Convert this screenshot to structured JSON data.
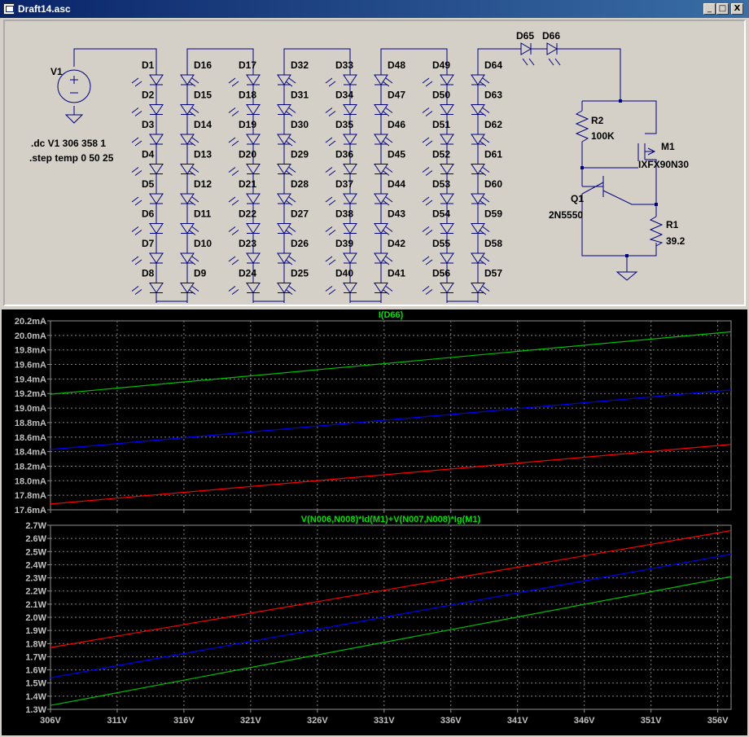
{
  "window": {
    "title": "Draft14.asc",
    "minimize_label": "_",
    "maximize_label": "□",
    "close_label": "X"
  },
  "schematic": {
    "directives": [
      ".dc V1 306 358 1",
      ".step temp 0 50 25"
    ],
    "source_label": "V1",
    "columns": [
      [
        "D1",
        "D2",
        "D3",
        "D4",
        "D5",
        "D6",
        "D7",
        "D8"
      ],
      [
        "D16",
        "D15",
        "D14",
        "D13",
        "D12",
        "D11",
        "D10",
        "D9"
      ],
      [
        "D17",
        "D18",
        "D19",
        "D20",
        "D21",
        "D22",
        "D23",
        "D24"
      ],
      [
        "D32",
        "D31",
        "D30",
        "D29",
        "D28",
        "D27",
        "D26",
        "D25"
      ],
      [
        "D33",
        "D34",
        "D35",
        "D36",
        "D37",
        "D38",
        "D39",
        "D40"
      ],
      [
        "D48",
        "D47",
        "D46",
        "D45",
        "D44",
        "D43",
        "D42",
        "D41"
      ],
      [
        "D49",
        "D50",
        "D51",
        "D52",
        "D53",
        "D54",
        "D55",
        "D56"
      ],
      [
        "D64",
        "D63",
        "D62",
        "D61",
        "D60",
        "D59",
        "D58",
        "D57"
      ]
    ],
    "series_diodes": [
      "D65",
      "D66"
    ],
    "r2": {
      "name": "R2",
      "value": "100K"
    },
    "r1": {
      "name": "R1",
      "value": "39.2"
    },
    "m1": {
      "name": "M1",
      "value": "IXFX90N30"
    },
    "q1": {
      "name": "Q1",
      "value": "2N5550"
    }
  },
  "chart_data": [
    {
      "type": "line",
      "title": "I(D66)",
      "xlim": [
        306,
        357
      ],
      "ylim": [
        17.6,
        20.2
      ],
      "y_ticks": [
        "17.6mA",
        "17.8mA",
        "18.0mA",
        "18.2mA",
        "18.4mA",
        "18.6mA",
        "18.8mA",
        "19.0mA",
        "19.2mA",
        "19.4mA",
        "19.6mA",
        "19.8mA",
        "20.0mA",
        "20.2mA"
      ],
      "grid": true,
      "series": [
        {
          "color": "#00c000",
          "points": [
            [
              306,
              19.19
            ],
            [
              357,
              20.05
            ]
          ]
        },
        {
          "color": "#0000ff",
          "points": [
            [
              306,
              18.43
            ],
            [
              357,
              19.25
            ]
          ]
        },
        {
          "color": "#ff0000",
          "points": [
            [
              306,
              17.68
            ],
            [
              357,
              18.5
            ]
          ]
        }
      ]
    },
    {
      "type": "line",
      "title": "V(N006,N008)*Id(M1)+V(N007,N008)*Ig(M1)",
      "xlim": [
        306,
        357
      ],
      "ylim": [
        1.3,
        2.7
      ],
      "y_ticks": [
        "1.3W",
        "1.4W",
        "1.5W",
        "1.6W",
        "1.7W",
        "1.8W",
        "1.9W",
        "2.0W",
        "2.1W",
        "2.2W",
        "2.3W",
        "2.4W",
        "2.5W",
        "2.6W",
        "2.7W"
      ],
      "x_ticks": [
        "306V",
        "311V",
        "316V",
        "321V",
        "326V",
        "331V",
        "336V",
        "341V",
        "346V",
        "351V",
        "356V"
      ],
      "grid": true,
      "series": [
        {
          "color": "#ff0000",
          "points": [
            [
              306,
              1.77
            ],
            [
              357,
              2.66
            ]
          ]
        },
        {
          "color": "#0000ff",
          "points": [
            [
              306,
              1.54
            ],
            [
              357,
              2.48
            ]
          ]
        },
        {
          "color": "#00c000",
          "points": [
            [
              306,
              1.33
            ],
            [
              357,
              2.31
            ]
          ]
        }
      ]
    }
  ]
}
